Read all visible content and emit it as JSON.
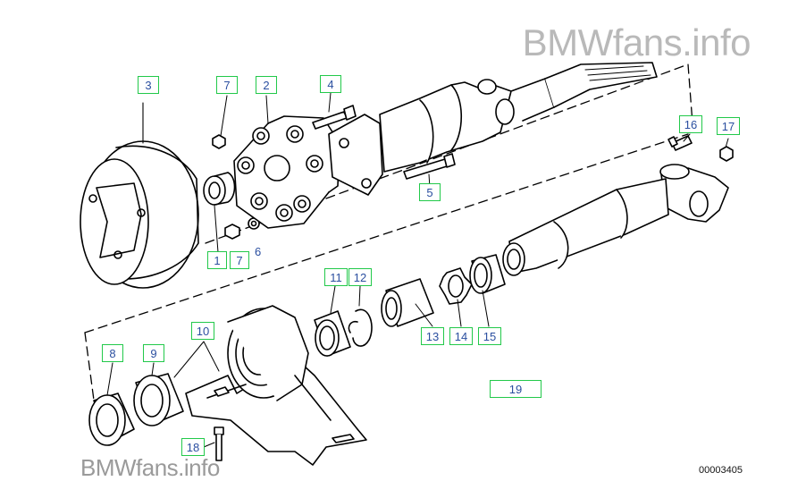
{
  "watermark": {
    "top": "BMWfans.info",
    "bottom": "BMWfans.info"
  },
  "diagram_code": "00003405",
  "callouts": [
    {
      "id": "3",
      "text": "3"
    },
    {
      "id": "7a",
      "text": "7"
    },
    {
      "id": "2",
      "text": "2"
    },
    {
      "id": "4",
      "text": "4"
    },
    {
      "id": "5",
      "text": "5"
    },
    {
      "id": "1",
      "text": "1"
    },
    {
      "id": "7b",
      "text": "7"
    },
    {
      "id": "16",
      "text": "16"
    },
    {
      "id": "17",
      "text": "17"
    },
    {
      "id": "11",
      "text": "11"
    },
    {
      "id": "12",
      "text": "12"
    },
    {
      "id": "13",
      "text": "13"
    },
    {
      "id": "14",
      "text": "14"
    },
    {
      "id": "15",
      "text": "15"
    },
    {
      "id": "10",
      "text": "10"
    },
    {
      "id": "8",
      "text": "8"
    },
    {
      "id": "9",
      "text": "9"
    },
    {
      "id": "19",
      "text": "19"
    },
    {
      "id": "18",
      "text": "18"
    }
  ],
  "plain_labels": [
    {
      "id": "6",
      "text": "6"
    }
  ],
  "colors": {
    "box_border": "#22c94a",
    "label_text": "#2b4fa0",
    "line": "#000000"
  }
}
